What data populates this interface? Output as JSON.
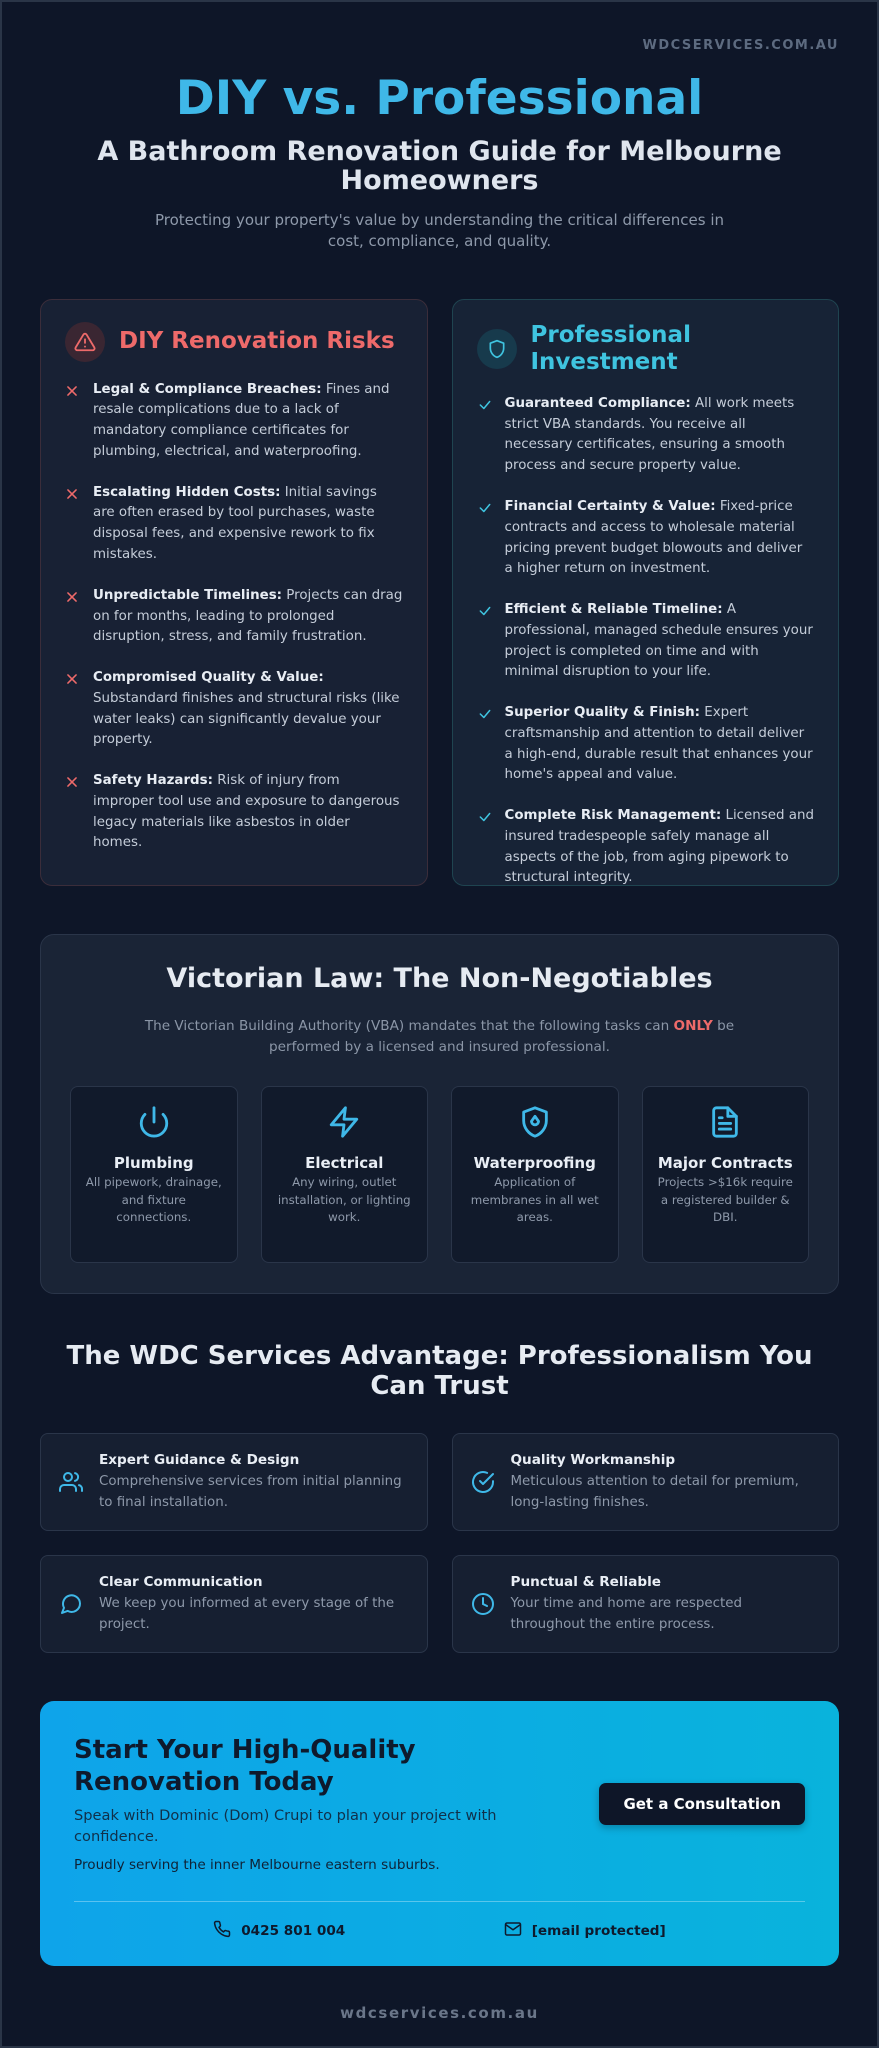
{
  "header": {
    "domain": "WDCSERVICES.COM.AU",
    "title": "DIY vs. Professional",
    "subtitle": "A Bathroom Renovation Guide for Melbourne Homeowners",
    "intro": "Protecting your property's value by understanding the critical differences in cost, compliance, and quality."
  },
  "diy": {
    "title": "DIY Renovation Risks",
    "icon": "warning-triangle-icon",
    "accent": "#ee6a6a",
    "items": [
      {
        "heading": "Legal & Compliance Breaches:",
        "text": " Fines and resale complications due to a lack of mandatory compliance certificates for plumbing, electrical, and waterproofing."
      },
      {
        "heading": "Escalating Hidden Costs:",
        "text": " Initial savings are often erased by tool purchases, waste disposal fees, and expensive rework to fix mistakes."
      },
      {
        "heading": "Unpredictable Timelines:",
        "text": " Projects can drag on for months, leading to prolonged disruption, stress, and family frustration."
      },
      {
        "heading": "Compromised Quality & Value:",
        "text": " Substandard finishes and structural risks (like water leaks) can significantly devalue your property."
      },
      {
        "heading": "Safety Hazards:",
        "text": " Risk of injury from improper tool use and exposure to dangerous legacy materials like asbestos in older homes."
      }
    ]
  },
  "pro": {
    "title": "Professional Investment",
    "icon": "shield-icon",
    "accent": "#3fc4e0",
    "items": [
      {
        "heading": "Guaranteed Compliance:",
        "text": " All work meets strict VBA standards. You receive all necessary certificates, ensuring a smooth process and secure property value."
      },
      {
        "heading": "Financial Certainty & Value:",
        "text": " Fixed-price contracts and access to wholesale material pricing prevent budget blowouts and deliver a higher return on investment."
      },
      {
        "heading": "Efficient & Reliable Timeline:",
        "text": " A professional, managed schedule ensures your project is completed on time and with minimal disruption to your life."
      },
      {
        "heading": "Superior Quality & Finish:",
        "text": " Expert craftsmanship and attention to detail deliver a high-end, durable result that enhances your home's appeal and value."
      },
      {
        "heading": "Complete Risk Management:",
        "text": " Licensed and insured tradespeople safely manage all aspects of the job, from aging pipework to structural integrity."
      }
    ]
  },
  "law": {
    "title": "Victorian Law: The Non-Negotiables",
    "desc_before": "The Victorian Building Authority (VBA) mandates that the following tasks can ",
    "desc_only": "ONLY",
    "desc_after": " be performed by a licensed and insured professional.",
    "tasks": [
      {
        "title": "Plumbing",
        "desc": "All pipework, drainage, and fixture connections.",
        "icon": "power-icon"
      },
      {
        "title": "Electrical",
        "desc": "Any wiring, outlet installation, or lighting work.",
        "icon": "lightning-icon"
      },
      {
        "title": "Waterproofing",
        "desc": "Application of membranes in all wet areas.",
        "icon": "shield-droplet-icon"
      },
      {
        "title": "Major Contracts",
        "desc": "Projects >$16k require a registered builder & DBI.",
        "icon": "document-icon"
      }
    ]
  },
  "advantage": {
    "title": "The WDC Services Advantage: Professionalism You Can Trust",
    "items": [
      {
        "name": "Expert Guidance & Design",
        "desc": "Comprehensive services from initial planning to final installation.",
        "icon": "users-icon"
      },
      {
        "name": "Quality Workmanship",
        "desc": "Meticulous attention to detail for premium, long-lasting finishes.",
        "icon": "check-circle-icon"
      },
      {
        "name": "Clear Communication",
        "desc": "We keep you informed at every stage of the project.",
        "icon": "chat-bubble-icon"
      },
      {
        "name": "Punctual & Reliable",
        "desc": "Your time and home are respected throughout the entire process.",
        "icon": "clock-icon"
      }
    ]
  },
  "cta": {
    "title": "Start Your High-Quality Renovation Today",
    "text": "Speak with Dominic (Dom) Crupi to plan your project with confidence.",
    "area": "Proudly serving the inner Melbourne eastern suburbs.",
    "button": "Get a Consultation",
    "phone": "0425 801 004",
    "email": "[email protected]"
  },
  "footer": {
    "domain": "wdcservices.com.au"
  }
}
